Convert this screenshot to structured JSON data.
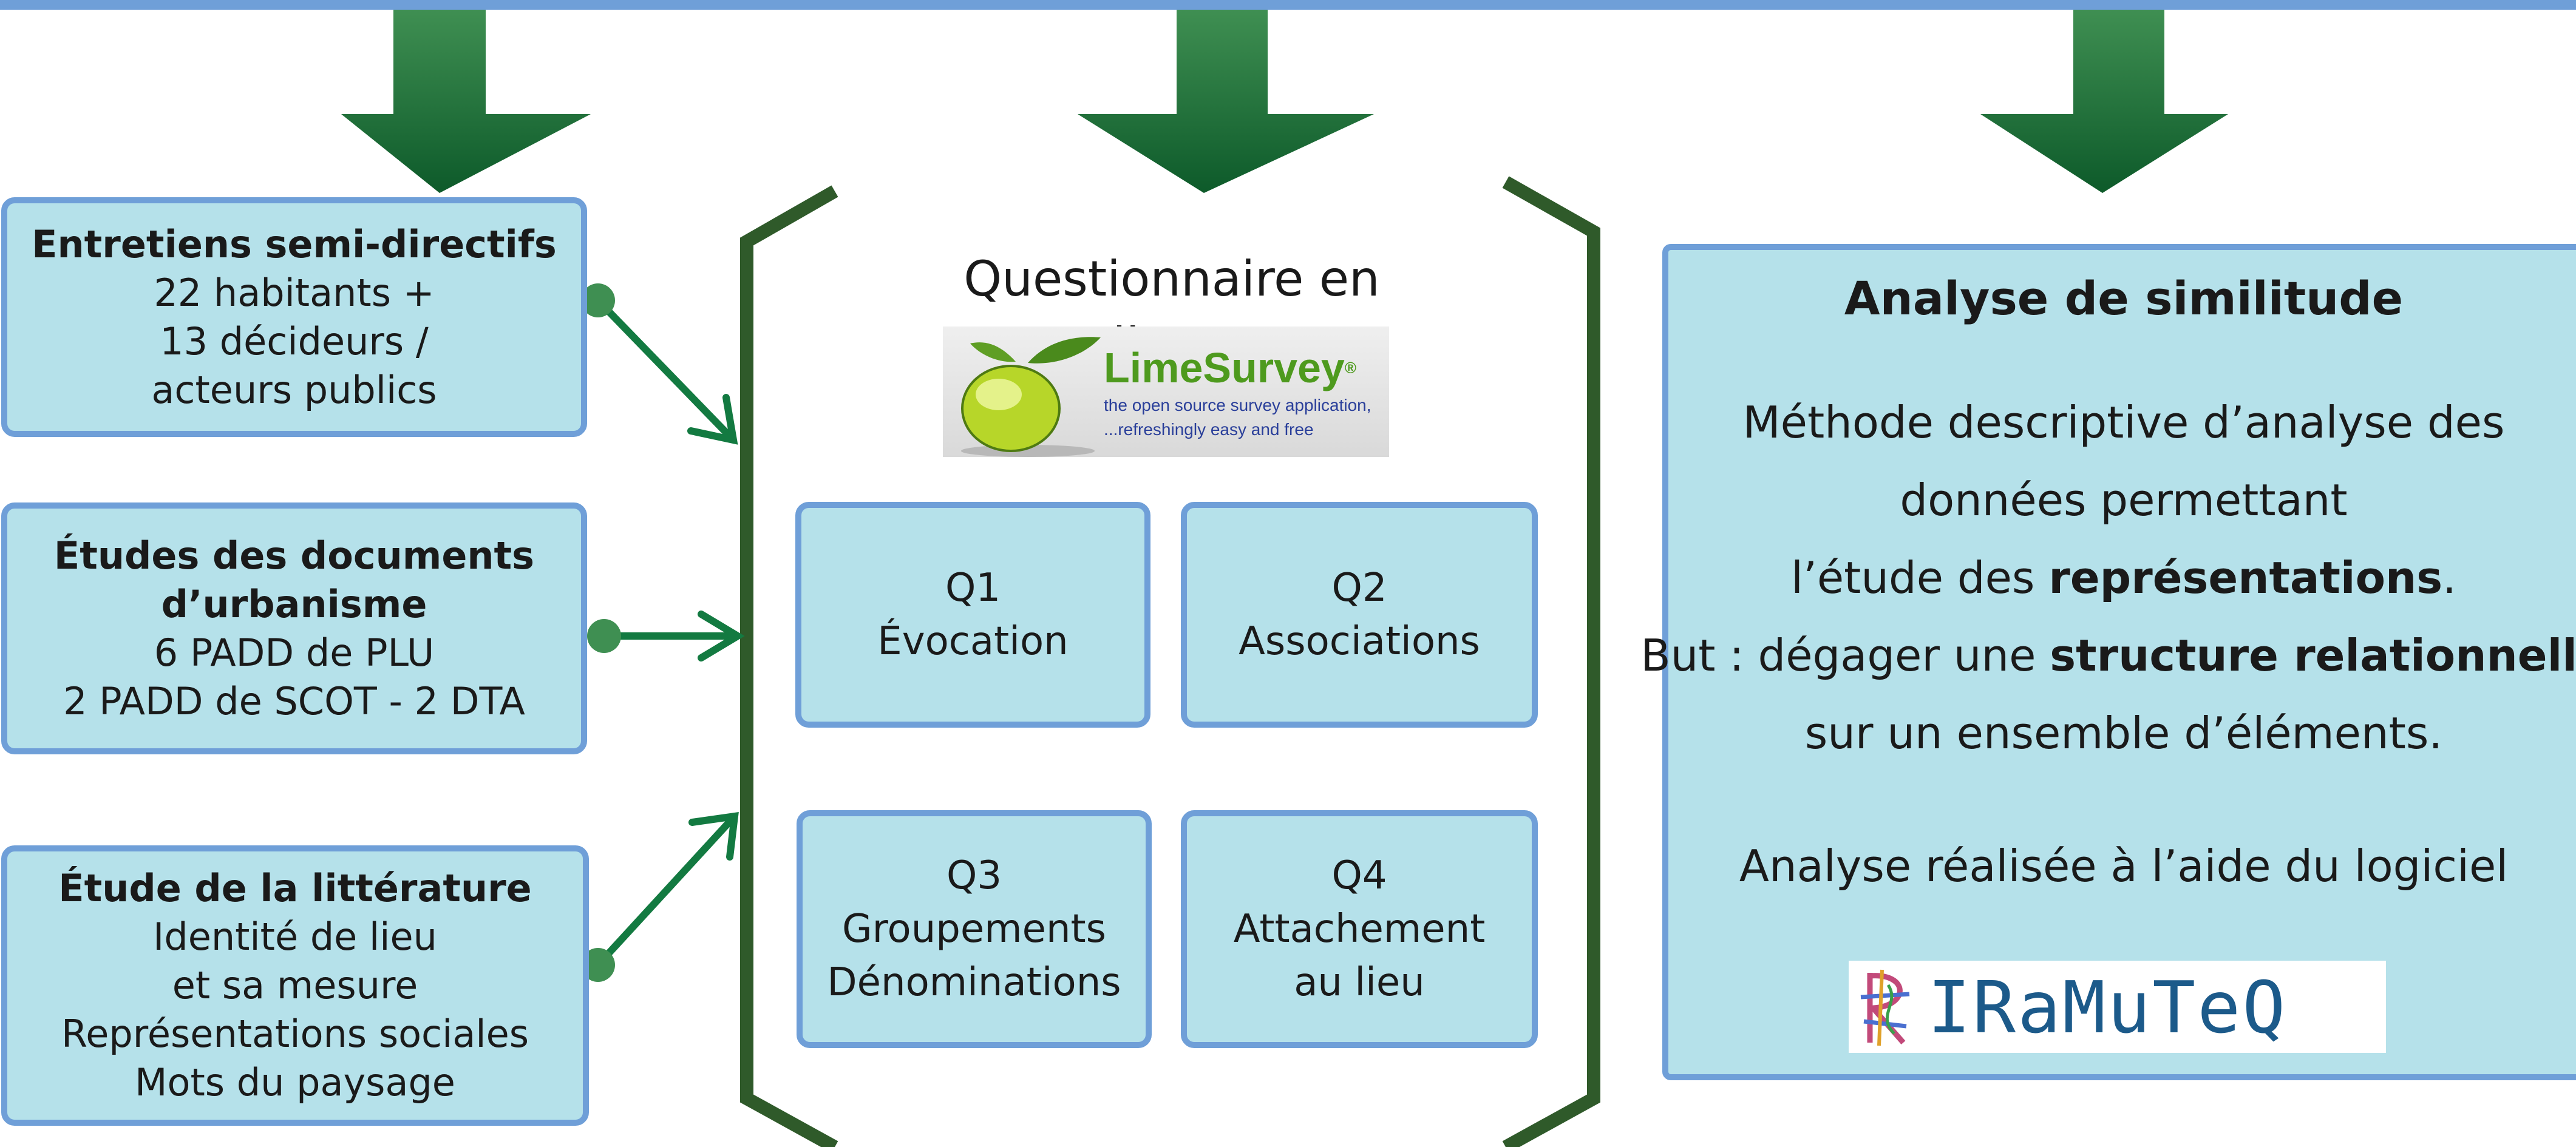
{
  "colors": {
    "top_bar": "#6f9fd8",
    "box_fill": "#b5e1ea",
    "box_border": "#6f9fd8",
    "big_arrow_top": "#3f8f52",
    "big_arrow_bottom": "#0d5a2a",
    "small_arrow": "#137a41",
    "bracket": "#2f5a2a"
  },
  "left_boxes": [
    {
      "title": "Entretiens semi-directifs",
      "lines": [
        "22 habitants +",
        "13 décideurs /",
        "acteurs publics"
      ]
    },
    {
      "title": "Études des documents",
      "title2": "d’urbanisme",
      "lines": [
        "6 PADD de PLU",
        "2 PADD de SCOT - 2 DTA"
      ]
    },
    {
      "title": "Étude de la littérature",
      "lines": [
        "Identité de lieu",
        "et sa mesure",
        "Représentations sociales",
        "Mots du paysage"
      ]
    }
  ],
  "center": {
    "title": "Questionnaire en ligne",
    "logo": {
      "name": "LimeSurvey",
      "registered": "®",
      "tagline1": "the open source survey application,",
      "tagline2_a": "...refreshingly ",
      "tagline2_b": "easy and free"
    },
    "questions": [
      {
        "code": "Q1",
        "lines": [
          "Évocation"
        ]
      },
      {
        "code": "Q2",
        "lines": [
          "Associations"
        ]
      },
      {
        "code": "Q3",
        "lines": [
          "Groupements",
          "Dénominations"
        ]
      },
      {
        "code": "Q4",
        "lines": [
          "Attachement",
          "au lieu"
        ]
      }
    ]
  },
  "right_panel": {
    "title": "Analyse de similitude",
    "line1": "Méthode descriptive d’analyse des",
    "line2": "données permettant",
    "line3_a": "l’étude des ",
    "line3_b": "représentations",
    "line3_c": ".",
    "line4_a": "But : dégager une ",
    "line4_b": "structure relationnelle",
    "line5": "sur un ensemble d’éléments.",
    "analysis_label": "Analyse réalisée à l’aide du logiciel",
    "logo_text": "IRaMuTeQ"
  }
}
